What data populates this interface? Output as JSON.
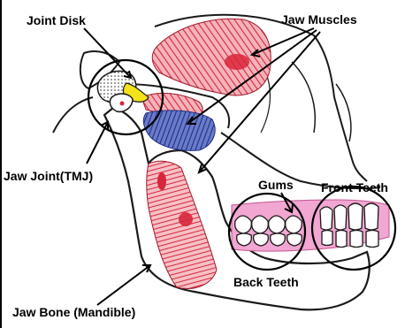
{
  "labels": {
    "joint_disk": "Joint Disk",
    "jaw_muscles": "Jaw Muscles",
    "jaw_joint": "Jaw Joint(TMJ)",
    "gums": "Gums",
    "front_teeth": "Front Teeth",
    "back_teeth": "Back Teeth",
    "jaw_bone": "Jaw Bone (Mandible)"
  },
  "colors": {
    "muscle_red": "#d8263a",
    "muscle_pink": "#ee9aa4",
    "muscle_blue": "#2a3f9a",
    "disk_yellow": "#f4e21a",
    "gum_pink": "#f2a6d2",
    "outline": "#1a1a1a"
  }
}
